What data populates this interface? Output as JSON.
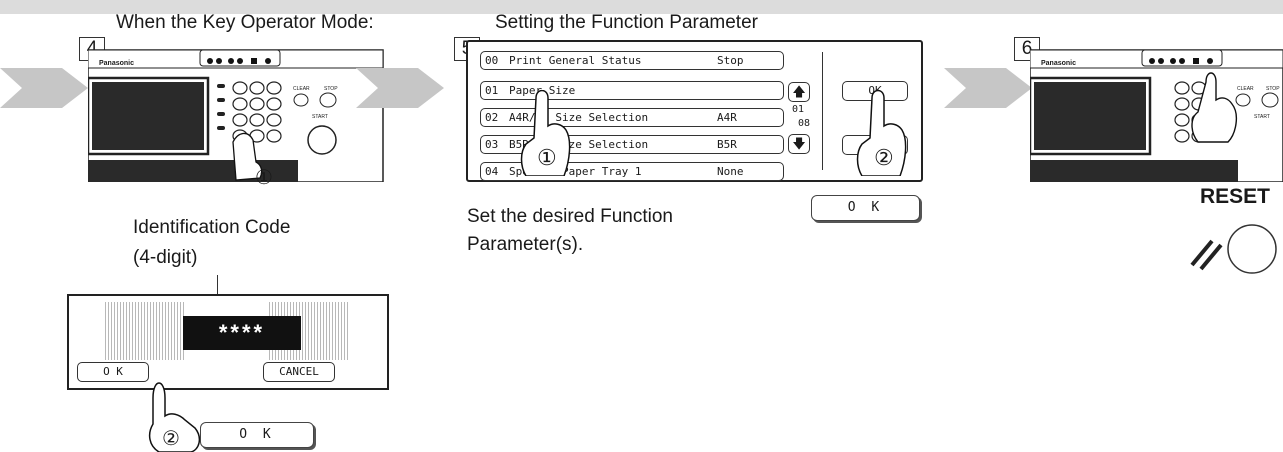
{
  "step4": {
    "number": "4",
    "caption": "When the Key Operator Mode:",
    "brand": "Panasonic",
    "panel_labels": {
      "clear": "CLEAR",
      "stop": "STOP",
      "start": "START"
    },
    "pointer_badge": "①",
    "code_label_line1": "Identification Code",
    "code_label_line2": "(4-digit)",
    "code_value": "****",
    "dialog_ok": "O K",
    "dialog_cancel": "CANCEL",
    "ok_badge": "②",
    "ok_button": "O K"
  },
  "step5": {
    "number": "5",
    "caption": "Setting the Function Parameter",
    "rows": [
      {
        "num": "00",
        "label": "Print General Status",
        "value": "Stop"
      },
      {
        "num": "01",
        "label": "Paper Size",
        "value": ""
      },
      {
        "num": "02",
        "label": "A4R/A5 Size Selection",
        "value": "A4R"
      },
      {
        "num": "03",
        "label": "B5R/B6 Size Selection",
        "value": "B5R"
      },
      {
        "num": "04",
        "label": "Special Paper Tray 1",
        "value": "None"
      }
    ],
    "page_top": "01",
    "page_bottom": "08",
    "lcd_ok": "OK",
    "badge1": "①",
    "badge2": "②",
    "instruction_line1": "Set the desired Function",
    "instruction_line2": "Parameter(s).",
    "ok_button": "O K"
  },
  "step6": {
    "number": "6",
    "brand": "Panasonic",
    "panel_labels": {
      "clear": "CLEAR",
      "stop": "STOP",
      "start": "START"
    },
    "reset_label": "RESET"
  },
  "colors": {
    "chevron": "#c6c6c6",
    "panel_dark": "#2a2a2a",
    "lcd_border": "#222222"
  }
}
